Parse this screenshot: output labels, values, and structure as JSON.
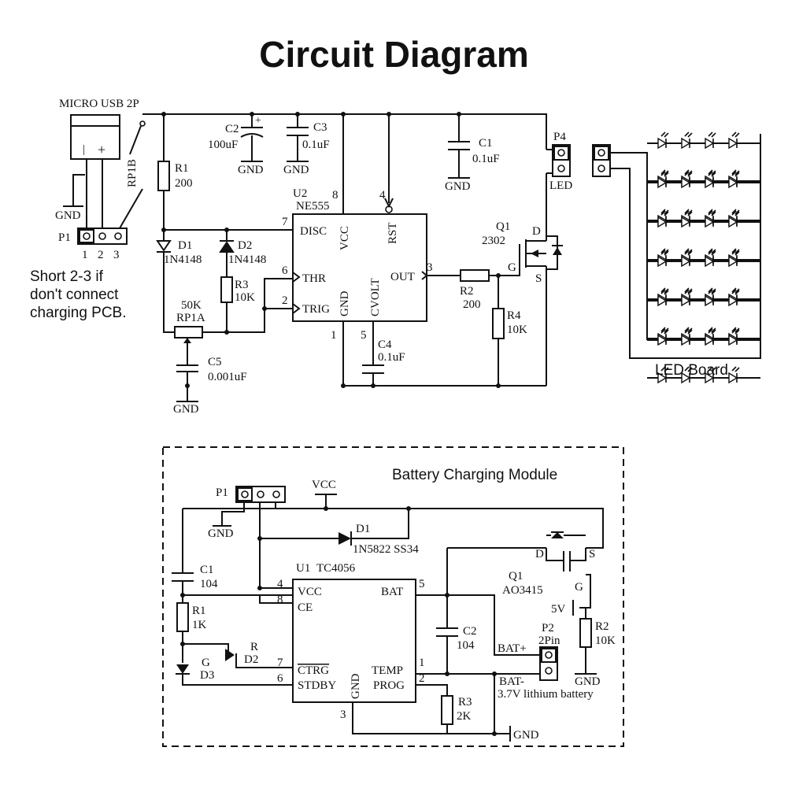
{
  "title": "Circuit Diagram",
  "top": {
    "usb": "MICRO USB 2P",
    "usb_minus": "|",
    "usb_plus": "+",
    "rp1b": "RP1B",
    "gnd": "GND",
    "p1": "P1",
    "p1_pins": [
      "1",
      "2",
      "3"
    ],
    "note": "Short 2-3 if\ndon't connect\ncharging PCB.",
    "r1": "R1",
    "r1_val": "200",
    "c2": "C2",
    "c2_val": "100uF",
    "c2_plus": "+",
    "c3": "C3",
    "c3_val": "0.1uF",
    "c1": "C1",
    "c1_val": "0.1uF",
    "p4": "P4",
    "p4_label": "LED",
    "u2": "U2",
    "u2_part": "NE555",
    "pin_disc": "DISC",
    "pin_vcc": "VCC",
    "pin_rst": "RST",
    "pin_thr": "THR",
    "pin_trig": "TRIG",
    "pin_gnd": "GND",
    "pin_cvolt": "CVOLT",
    "pin_out": "OUT",
    "n8": "8",
    "n4": "4",
    "n7": "7",
    "n6": "6",
    "n2": "2",
    "n3": "3",
    "n1": "1",
    "n5": "5",
    "d1": "D1",
    "d1_val": "1N4148",
    "d2": "D2",
    "d2_val": "1N4148",
    "r3": "R3",
    "r3_val": "10K",
    "rp1a_val": "50K",
    "rp1a": "RP1A",
    "c5": "C5",
    "c5_val": "0.001uF",
    "c4": "C4",
    "c4_val": "0.1uF",
    "r2": "R2",
    "r2_val": "200",
    "r4": "R4",
    "r4_val": "10K",
    "q1": "Q1",
    "q1_val": "2302",
    "q_d": "D",
    "q_g": "G",
    "q_s": "S",
    "led_board": "LED Board"
  },
  "bottom": {
    "module_title": "Battery Charging Module",
    "p1": "P1",
    "vcc": "VCC",
    "gnd": "GND",
    "d1": "D1",
    "d1_val": "1N5822 SS34",
    "c1": "C1",
    "c1_val": "104",
    "u1": "U1",
    "u1_part": "TC4056",
    "pin_vcc": "VCC",
    "pin_ce": "CE",
    "pin_bat": "BAT",
    "pin_ctrg": "CTRG",
    "pin_stdby": "STDBY",
    "pin_gnd": "GND",
    "pin_temp": "TEMP",
    "pin_prog": "PROG",
    "n4": "4",
    "n8": "8",
    "n5": "5",
    "n7": "7",
    "n6": "6",
    "n1": "1",
    "n2": "2",
    "n3": "3",
    "r1": "R1",
    "r1_val": "1K",
    "r": "R",
    "d2": "D2",
    "g": "G",
    "d3": "D3",
    "c2": "C2",
    "c2_val": "104",
    "q1": "Q1",
    "q1_val": "AO3415",
    "q_d": "D",
    "q_s": "S",
    "q_g": "G",
    "v5": "5V",
    "r2": "R2",
    "r2_val": "10K",
    "p2": "P2",
    "p2_val": "2Pin",
    "bat_plus": "BAT+",
    "bat_minus": "BAT-",
    "battery": "3.7V lithium battery",
    "r3": "R3",
    "r3_val": "2K"
  }
}
